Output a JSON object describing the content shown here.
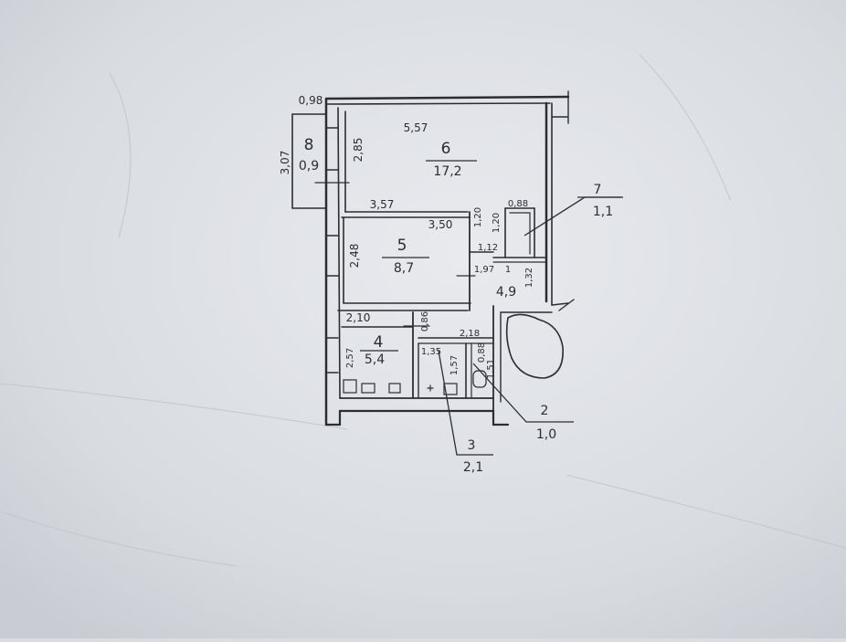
{
  "paper_color": "#dcdfe4",
  "ink_color": "#2b2d33",
  "rooms": [
    {
      "id": "8",
      "number": "8",
      "area": "0,9"
    },
    {
      "id": "6",
      "number": "6",
      "area": "17,2"
    },
    {
      "id": "5",
      "number": "5",
      "area": "8,7"
    },
    {
      "id": "4",
      "number": "4",
      "area": "5,4"
    },
    {
      "id": "7",
      "number": "7",
      "area": "1,1"
    },
    {
      "id": "2",
      "number": "2",
      "area": "1,0"
    },
    {
      "id": "3",
      "number": "3",
      "area": "2,1"
    }
  ],
  "dimensions": {
    "balcony_top": "0,98",
    "balcony_height": "3,07",
    "room6_width": "5,57",
    "room6_height": "2,85",
    "room6_bottom": "3,57",
    "room5_width": "3,50",
    "room5_height": "2,48",
    "room5_side": "1,20",
    "closet_width": "0,88",
    "closet_height": "1,20",
    "hall_width_a": "1,12",
    "hall_width_b": "1,97",
    "hall_small": "1",
    "hall_side": "1,32",
    "hall_area": "4,9",
    "kitchen_width": "2,10",
    "kitchen_height": "2,57",
    "kitchen_wall": "0,86",
    "bath_block_width": "2,18",
    "bath_width": "1,35",
    "bath_height": "1,57",
    "wc_width": "0,88",
    "wc_height": "1,51"
  }
}
